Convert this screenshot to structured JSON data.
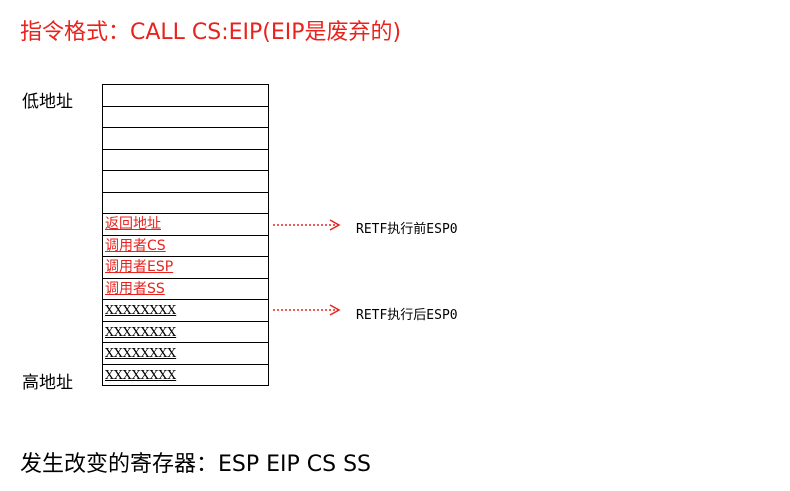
{
  "title": "指令格式：CALL  CS:EIP(EIP是废弃的)",
  "labels": {
    "low_address": "低地址",
    "high_address": "高地址"
  },
  "stack_cells": [
    {
      "text": "",
      "style": "empty"
    },
    {
      "text": "",
      "style": "empty"
    },
    {
      "text": "",
      "style": "empty"
    },
    {
      "text": "",
      "style": "empty"
    },
    {
      "text": "",
      "style": "empty"
    },
    {
      "text": "",
      "style": "empty"
    },
    {
      "text": "返回地址",
      "style": "red"
    },
    {
      "text": "调用者CS",
      "style": "red"
    },
    {
      "text": "调用者ESP",
      "style": "red"
    },
    {
      "text": "调用者SS",
      "style": "red"
    },
    {
      "text": "XXXXXXXX",
      "style": "black"
    },
    {
      "text": "XXXXXXXX",
      "style": "black"
    },
    {
      "text": "XXXXXXXX",
      "style": "black"
    },
    {
      "text": "XXXXXXXX",
      "style": "black"
    }
  ],
  "annotations": {
    "before": "RETF执行前ESP0",
    "after": "RETF执行后ESP0"
  },
  "footer": "发生改变的寄存器：ESP EIP  CS SS",
  "colors": {
    "accent": "#e8231e",
    "text": "#000000"
  }
}
